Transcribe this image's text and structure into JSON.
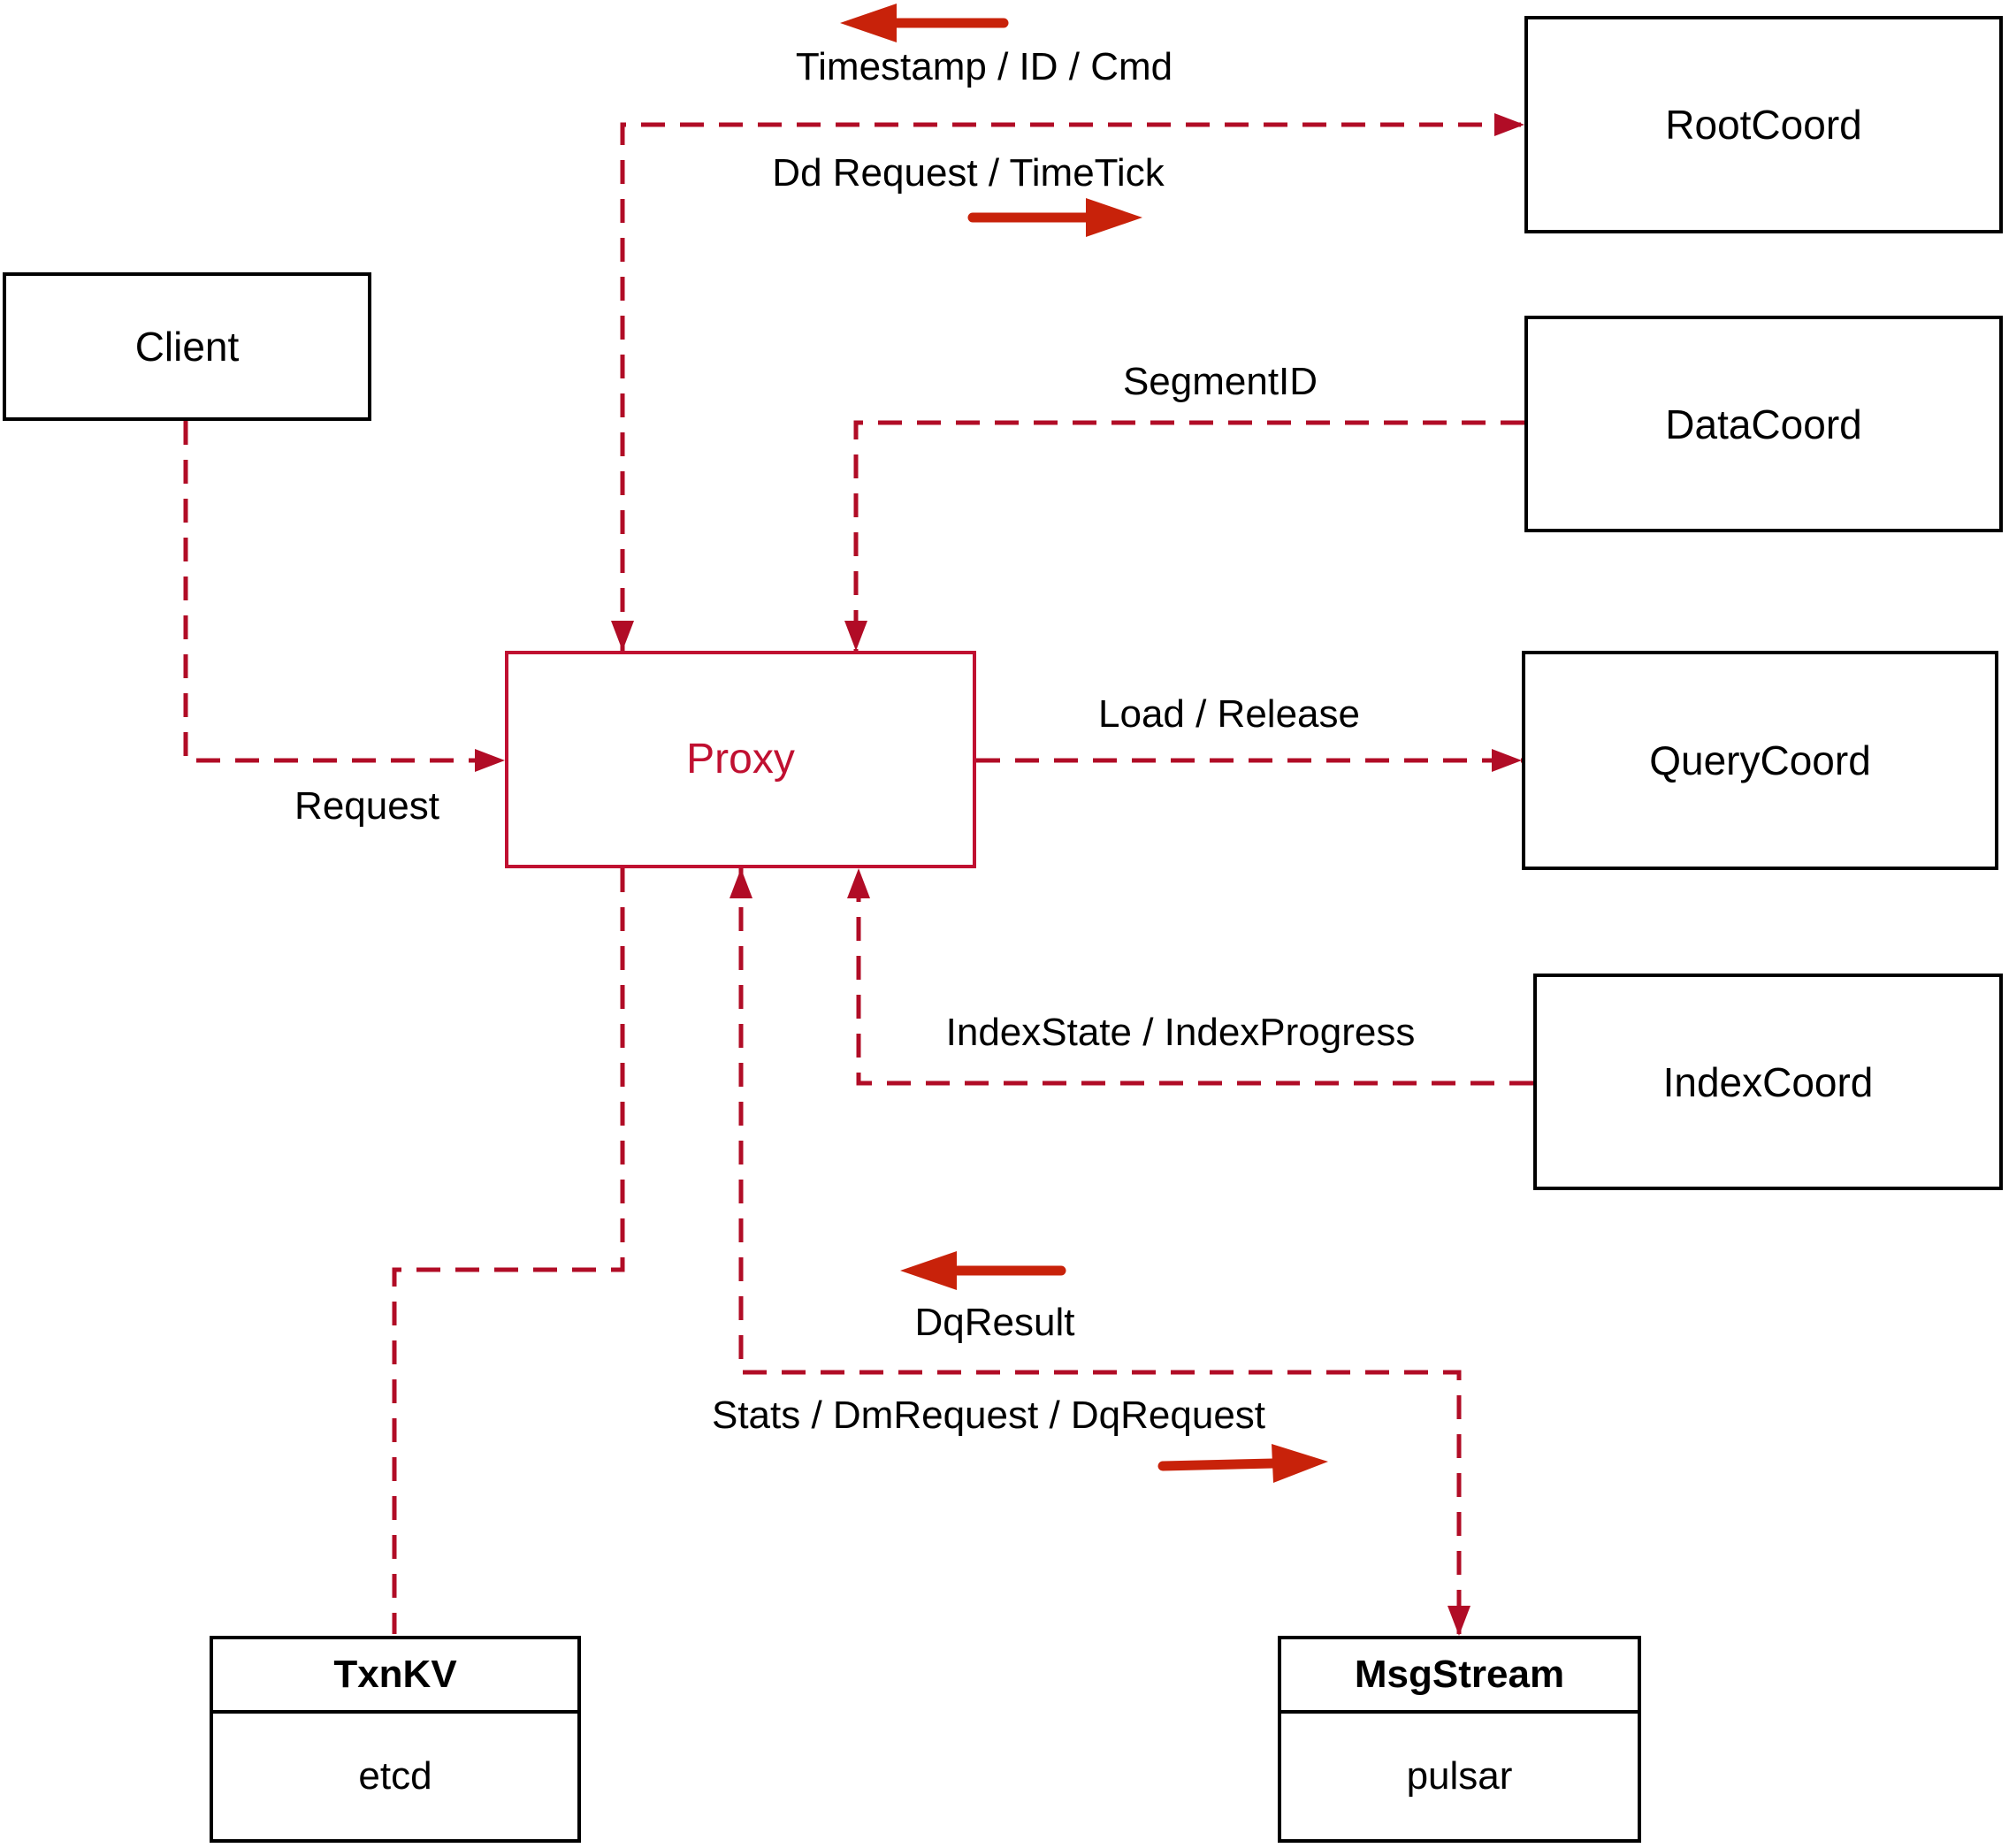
{
  "nodes": {
    "client": {
      "label": "Client"
    },
    "proxy": {
      "label": "Proxy"
    },
    "root_coord": {
      "label": "RootCoord"
    },
    "data_coord": {
      "label": "DataCoord"
    },
    "query_coord": {
      "label": "QueryCoord"
    },
    "index_coord": {
      "label": "IndexCoord"
    },
    "txn_kv": {
      "title": "TxnKV",
      "subtitle": "etcd"
    },
    "msg_stream": {
      "title": "MsgStream",
      "subtitle": "pulsar"
    }
  },
  "edge_labels": {
    "root_response": "Timestamp / ID / Cmd",
    "root_request": "Dd Request / TimeTick",
    "segment_id": "SegmentID",
    "client_request": "Request",
    "load_release": "Load / Release",
    "index_state": "IndexState / IndexProgress",
    "dq_result": "DqResult",
    "stats_request": "Stats / DmRequest / DqRequest"
  },
  "colors": {
    "connector": "#b10c26",
    "proxy_accent": "#c01031",
    "direction_arrow": "#c8220a",
    "node_border": "#000000",
    "text": "#000000",
    "background": "#ffffff"
  }
}
